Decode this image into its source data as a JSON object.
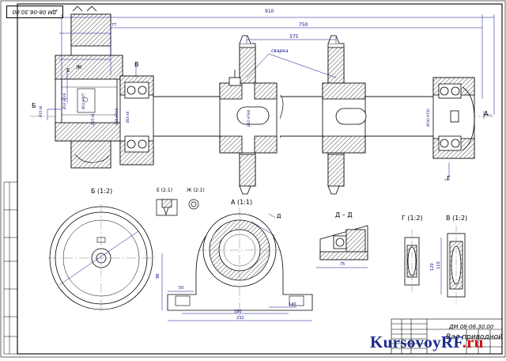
{
  "stamp_code": "ДМ 08-06.30.00",
  "title_block": {
    "drawing_code": "ДМ 08-06.30.00",
    "drawing_name": "Вал приводной"
  },
  "watermark": {
    "part1": "KursovoyRF",
    "part2": ".ru"
  },
  "dimensions": {
    "overall": "910",
    "d750": "750",
    "d375": "375",
    "d77": "77",
    "d120": "120",
    "d180": "180",
    "d232": "232",
    "d98": "98",
    "d50": "50",
    "d140": "140",
    "d75": "75",
    "d110": "110"
  },
  "view_labels": {
    "b": "Б (1:2)",
    "a": "А (1:1)",
    "e": "Е (2:1)",
    "zh": "Ж (2:1)",
    "dd": "Д – Д",
    "g": "Г (1:2)",
    "v": "В (1:2)"
  },
  "section_marks": {
    "b": "Б",
    "v": "В",
    "a": "А",
    "g": "Г",
    "d": "Д",
    "e": "Е",
    "zh": "Ж"
  },
  "notes": {
    "weld": "сварка"
  },
  "fits": {
    "f1": "Ø32 H7/r6",
    "f2": "Ø32 H7/f7",
    "f3": "Ø35 k6",
    "f4": "Ø35 H7/k6",
    "f5": "Ø40 k6",
    "f6": "Ø42 H7/k6",
    "f7": "Ø100 H7/l0",
    "f8": "Ø35 k6"
  }
}
